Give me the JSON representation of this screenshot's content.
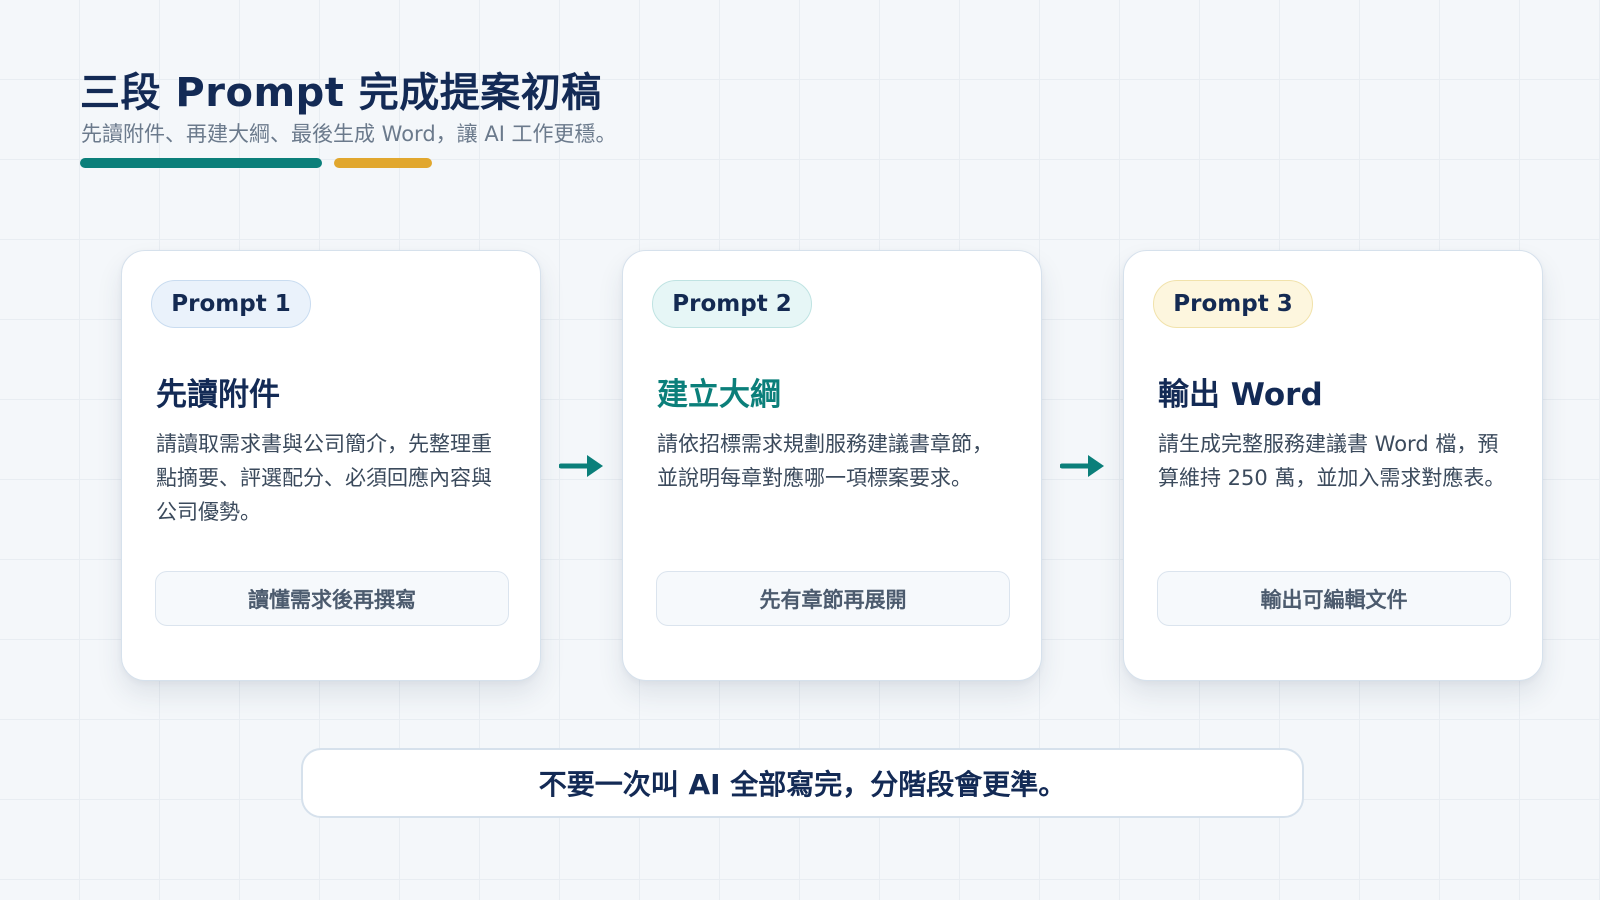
{
  "header": {
    "title": "三段 Prompt 完成提案初稿",
    "subtitle": "先讀附件、再建大綱、最後生成 Word，讓 AI 工作更穩。"
  },
  "colors": {
    "teal": "#0b7f7a",
    "gold": "#e1a72e",
    "navy": "#132a55",
    "pill_blue_bg": "#eaf2fb",
    "pill_blue_border": "#c9dcf0",
    "pill_teal_bg": "#e6f6f6",
    "pill_teal_border": "#bfe3e2",
    "pill_yellow_bg": "#fdf6de",
    "pill_yellow_border": "#f1e2ab"
  },
  "cards": [
    {
      "badge": "Prompt 1",
      "heading": "先讀附件",
      "description": "請讀取需求書與公司簡介，先整理重點摘要、評選配分、必須回應內容與公司優勢。",
      "footer": "讀懂需求後再撰寫"
    },
    {
      "badge": "Prompt 2",
      "heading": "建立大綱",
      "description": "請依招標需求規劃服務建議書章節，並說明每章對應哪一項標案要求。",
      "footer": "先有章節再展開"
    },
    {
      "badge": "Prompt 3",
      "heading": "輸出 Word",
      "description": "請生成完整服務建議書 Word 檔，預算維持 250 萬，並加入需求對應表。",
      "footer": "輸出可編輯文件"
    }
  ],
  "note": "不要一次叫 AI 全部寫完，分階段會更準。",
  "icons": {
    "step_arrow": "arrow-right-icon"
  }
}
